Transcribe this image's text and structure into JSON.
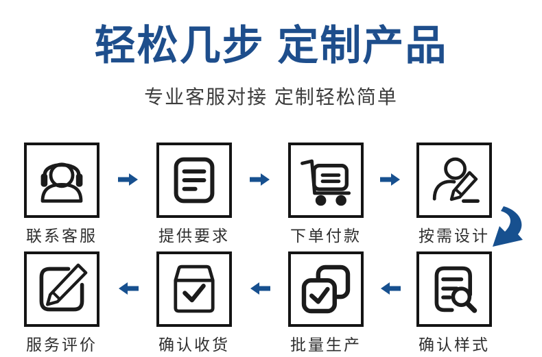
{
  "header": {
    "title": "轻松几步 定制产品",
    "subtitle": "专业客服对接 定制轻松简单"
  },
  "steps": [
    {
      "label": "联系客服",
      "icon": "customer-service-headset-icon"
    },
    {
      "label": "提供要求",
      "icon": "requirements-document-icon"
    },
    {
      "label": "下单付款",
      "icon": "shopping-cart-icon"
    },
    {
      "label": "按需设计",
      "icon": "designer-with-pencil-icon"
    },
    {
      "label": "确认样式",
      "icon": "document-magnifier-icon"
    },
    {
      "label": "批量生产",
      "icon": "batch-copies-check-icon"
    },
    {
      "label": "确认收货",
      "icon": "package-check-icon"
    },
    {
      "label": "服务评价",
      "icon": "review-edit-pencil-icon"
    }
  ],
  "flow": {
    "row1_arrow_direction": "right",
    "row2_arrow_direction": "left",
    "connector": "curved-arrow-down-left"
  },
  "colors": {
    "title_blue": "#1e4e8c",
    "arrow_blue": "#17508f",
    "icon_black": "#1b1b1b",
    "label_gray": "#2e2e2e",
    "subtitle_gray": "#3c3c3c",
    "background": "#ffffff"
  }
}
